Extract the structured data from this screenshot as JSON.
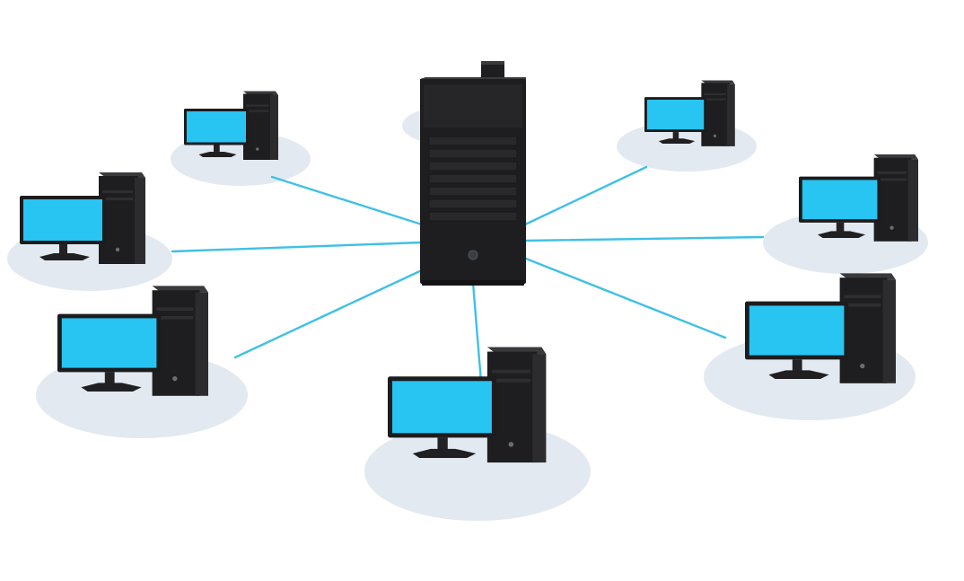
{
  "diagram": {
    "topology": "star",
    "colors": {
      "background": "#ffffff",
      "cable": "#3fc0e6",
      "screen": "#28c4f2",
      "screen_bezel": "#1c1c1e",
      "tower_dark": "#1e1e20",
      "tower_side": "#2c2c2f",
      "tower_top": "#3a3a3d",
      "shadow": "#e3e9f0"
    },
    "server": {
      "icon": "server-tower-icon"
    },
    "workstations": [
      {
        "id": "top-left",
        "icon": "desktop-computer-icon"
      },
      {
        "id": "top-right",
        "icon": "desktop-computer-icon"
      },
      {
        "id": "mid-left",
        "icon": "desktop-computer-icon"
      },
      {
        "id": "mid-right",
        "icon": "desktop-computer-icon"
      },
      {
        "id": "lower-left",
        "icon": "desktop-computer-icon"
      },
      {
        "id": "lower-right",
        "icon": "desktop-computer-icon"
      },
      {
        "id": "bottom-center",
        "icon": "desktop-computer-icon"
      }
    ]
  }
}
